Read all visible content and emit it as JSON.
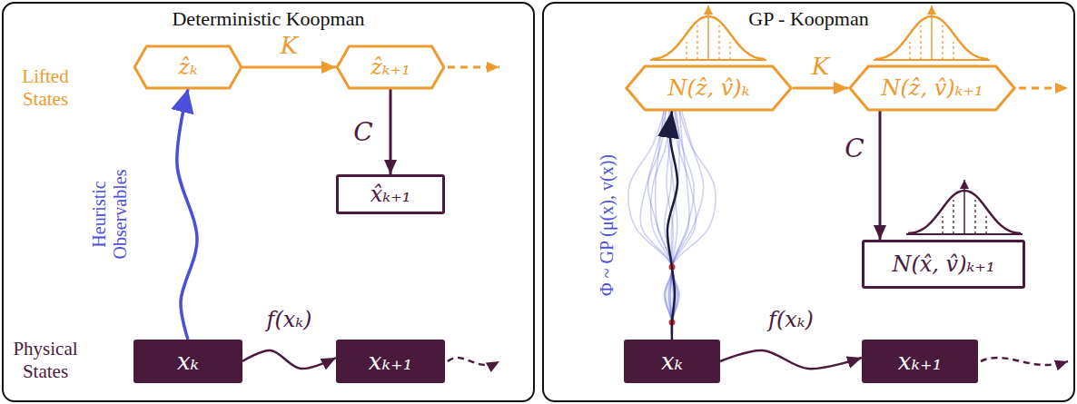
{
  "diagram": {
    "nodes": [
      {
        "text": [
          "Deterministic Koopman"
        ]
      },
      {
        "text": [
          "ẑₖ"
        ],
        "in": 0
      },
      {
        "text": [
          "ẑₖ₊₁"
        ],
        "in": 0
      },
      {
        "text": [
          "x̂ₖ₊₁"
        ],
        "in": 0
      },
      {
        "text": [
          "xₖ"
        ],
        "in": 0
      },
      {
        "text": [
          "xₖ₊₁"
        ],
        "in": 0
      },
      {
        "text": [
          "GP - Koopman"
        ]
      },
      {
        "text": [
          "N(ẑ, v̂)ₖ"
        ],
        "in": 6
      },
      {
        "text": [
          "N(ẑ, v̂)ₖ₊₁"
        ],
        "in": 6
      },
      {
        "text": [
          "N(x̂, v̂)ₖ₊₁"
        ],
        "in": 6
      },
      {
        "text": [
          "xₖ"
        ],
        "in": 6
      },
      {
        "text": [
          "xₖ₊₁"
        ],
        "in": 6
      }
    ],
    "edges": [
      {
        "from": 1,
        "to": 2,
        "label": "K",
        "arrow": "to"
      },
      {
        "from": 2,
        "to": 3,
        "label": "C",
        "arrow": "to"
      },
      {
        "from": 4,
        "to": 5,
        "label": "f(xₖ)",
        "arrow": "to"
      },
      {
        "from": 4,
        "to": 1,
        "label": "Heuristic Observables",
        "arrow": "to"
      },
      {
        "from": 7,
        "to": 8,
        "label": "K",
        "arrow": "to"
      },
      {
        "from": 8,
        "to": 9,
        "label": "C",
        "arrow": "to"
      },
      {
        "from": 10,
        "to": 11,
        "label": "f(xₖ)",
        "arrow": "to"
      },
      {
        "from": 10,
        "to": 7,
        "label": "Φ ~ GP (μ(x), v(x))",
        "arrow": "to"
      }
    ],
    "labels": [
      "Lifted States",
      "Physical States"
    ]
  }
}
